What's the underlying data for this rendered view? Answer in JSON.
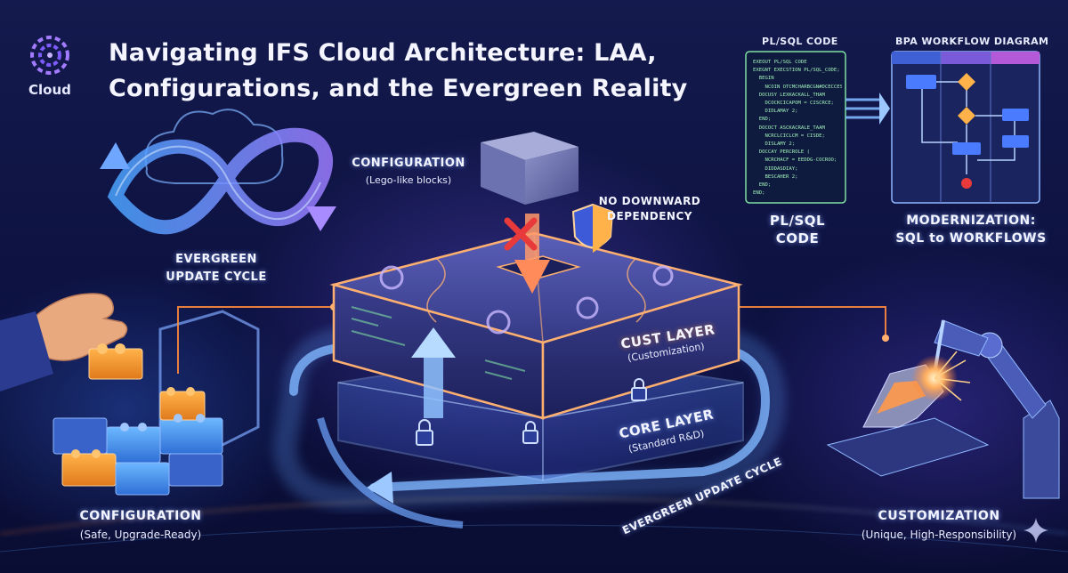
{
  "brand": {
    "name": "Cloud"
  },
  "title": {
    "line1": "Navigating IFS Cloud Architecture: LAA,",
    "line2": "Configurations, and the Evergreen Reality"
  },
  "top_right": {
    "plsql_header": "PL/SQL CODE",
    "bpa_header": "BPA WORKFLOW DIAGRAM",
    "plsql_label_1": "PL/SQL",
    "plsql_label_2": "CODE",
    "modern_label_1": "MODERNIZATION:",
    "modern_label_2": "SQL to WORKFLOWS",
    "code_lines": [
      "EXEOUT PL/SQL CODE",
      "EXEGNT EXECSTION PL/SQL_CODE;",
      "  BEGIN",
      "    NCOIN OTCMCHARBCGN#DCECCES;",
      "  DOCUSY LEXKACKALL_THAM",
      "    DCOCKCICAPOM = CISCRCE;",
      "    DIDLAMAY 2;",
      "  END;",
      "  DOCOCT ASCKACRALE_TAAM",
      "    NCRCLCICLCM = CISDE;",
      "    DISLAMY 2;",
      "  DOCCAY PERCROLE (",
      "    NCRCHACF = EEDDG-COCROO;",
      "    DIDDASDIAY;",
      "    BESCAHER 2;",
      "  END;",
      "END;"
    ]
  },
  "left": {
    "cycle_label_1": "EVERGREEN",
    "cycle_label_2": "UPDATE CYCLE",
    "config_label": "CONFIGURATION",
    "config_sub": "(Safe, Upgrade-Ready)"
  },
  "center": {
    "config_top_label": "CONFIGURATION",
    "config_top_sub": "(Lego-like blocks)",
    "no_down_1": "NO DOWNWARD",
    "no_down_2": "DEPENDENCY",
    "cust_layer": "CUST LAYER",
    "cust_sub": "(Customization)",
    "core_layer": "CORE LAYER",
    "core_sub": "(Standard R&D)",
    "cycle_arrow": "EVERGREEN UPDATE CYCLE"
  },
  "right": {
    "custom_label": "CUSTOMIZATION",
    "custom_sub": "(Unique, High-Responsibility)"
  },
  "colors": {
    "background": "#0b1033",
    "accent_orange": "#ff8a3d",
    "accent_blue": "#5aa8ff",
    "accent_purple": "#9b7bff",
    "danger_red": "#e83a3a"
  }
}
